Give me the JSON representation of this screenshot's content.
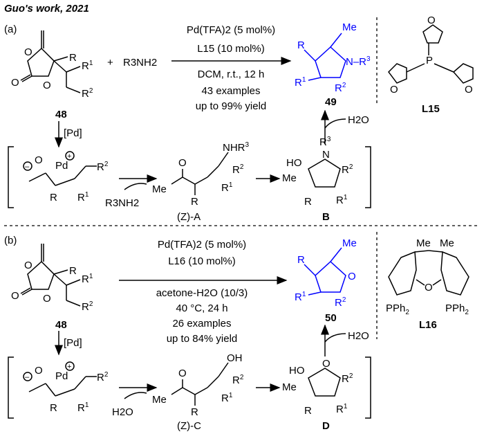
{
  "header": {
    "title": "Guo's work, 2021"
  },
  "panel_a": {
    "label": "(a)",
    "start_compound": "48",
    "reagent": "R3NH2",
    "conditions": [
      "Pd(TFA)2 (5 mol%)",
      "L15 (10 mol%)",
      "DCM, r.t., 12 h",
      "43 examples",
      "up to 99% yield"
    ],
    "product": "49",
    "ligand": "L15",
    "catalyst_step": "[Pd]",
    "water_loss": "H2O",
    "intermediate_A": "(Z)-A",
    "intermediate_B": "B",
    "amine_in_cycle": "R3NH2"
  },
  "panel_b": {
    "label": "(b)",
    "start_compound": "48",
    "conditions": [
      "Pd(TFA)2 (5 mol%)",
      "L16 (10 mol%)",
      "acetone-H2O (10/3)",
      "40 °C, 24 h",
      "26 examples",
      "up to 84% yield"
    ],
    "product": "50",
    "ligand": "L16",
    "catalyst_step": "[Pd]",
    "water_loss": "H2O",
    "water_in_cycle": "H2O",
    "intermediate_C": "(Z)-C",
    "intermediate_D": "D"
  },
  "colors": {
    "product": "#0000ff",
    "text": "#000000"
  }
}
